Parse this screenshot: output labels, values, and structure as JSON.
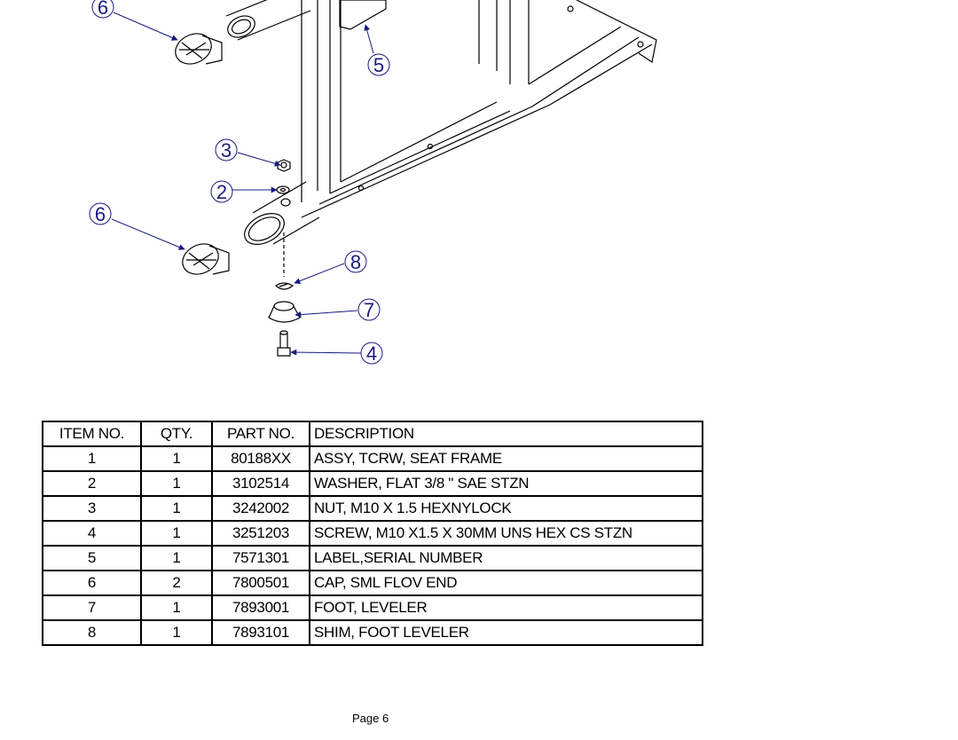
{
  "callouts": {
    "c6_top": "6",
    "c5": "5",
    "c3": "3",
    "c2": "2",
    "c6_bottom": "6",
    "c8": "8",
    "c7": "7",
    "c4": "4"
  },
  "parts_table": {
    "headers": {
      "item": "ITEM NO.",
      "qty": "QTY.",
      "part": "PART NO.",
      "desc": "DESCRIPTION"
    },
    "rows": [
      {
        "item": "1",
        "qty": "1",
        "part": "80188XX",
        "desc": "ASSY, TCRW, SEAT FRAME"
      },
      {
        "item": "2",
        "qty": "1",
        "part": "3102514",
        "desc": "WASHER, FLAT 3/8 \" SAE STZN"
      },
      {
        "item": "3",
        "qty": "1",
        "part": "3242002",
        "desc": "NUT, M10 X 1.5 HEXNYLOCK"
      },
      {
        "item": "4",
        "qty": "1",
        "part": "3251203",
        "desc": "SCREW, M10 X1.5 X 30MM UNS HEX CS STZN"
      },
      {
        "item": "5",
        "qty": "1",
        "part": "7571301",
        "desc": "LABEL,SERIAL NUMBER"
      },
      {
        "item": "6",
        "qty": "2",
        "part": "7800501",
        "desc": "CAP, SML FLOV END"
      },
      {
        "item": "7",
        "qty": "1",
        "part": "7893001",
        "desc": "FOOT, LEVELER"
      },
      {
        "item": "8",
        "qty": "1",
        "part": "7893101",
        "desc": "SHIM, FOOT LEVELER"
      }
    ]
  },
  "page_label": "Page 6",
  "colors": {
    "callout": "#1a1a80",
    "line": "#000000"
  }
}
